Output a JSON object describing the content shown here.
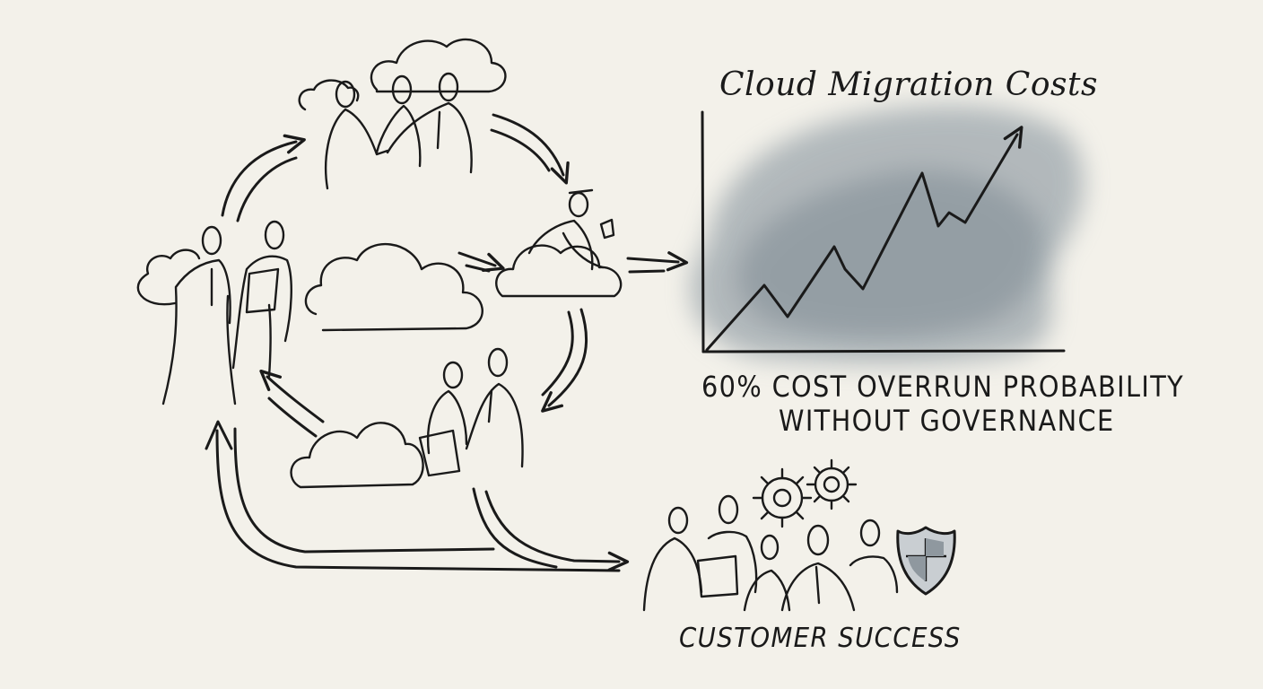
{
  "chart": {
    "title": "Cloud Migration Costs"
  },
  "chart_data": {
    "type": "line",
    "title": "Cloud Migration Costs",
    "xlabel": "",
    "ylabel": "",
    "trend": "rising",
    "grid": false,
    "legend": "none"
  },
  "stat": {
    "line1": "60% COST OVERRUN PROBABILITY",
    "line2": "WITHOUT GOVERNANCE"
  },
  "outcome": {
    "label": "CUSTOMER SUCCESS"
  },
  "icons": {
    "gears": "gear-icon",
    "shield": "shield-icon",
    "clouds": "cloud-icon"
  },
  "colors": {
    "ink": "#1a1a1a",
    "paper": "#f3f1ea",
    "wash": "#7d8b96"
  }
}
